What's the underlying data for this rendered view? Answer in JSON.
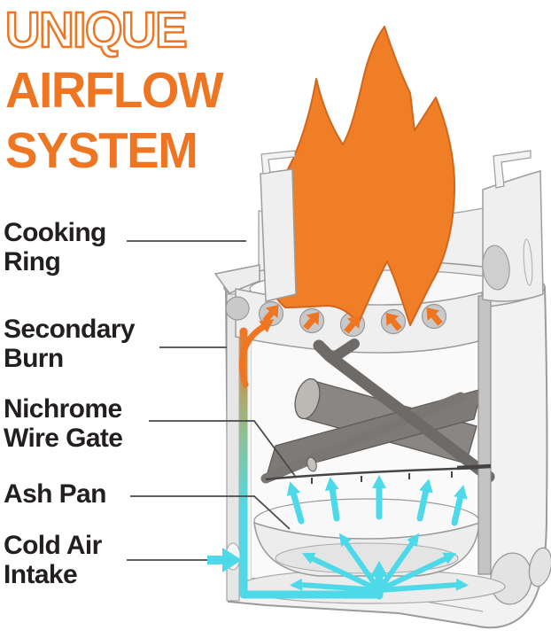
{
  "title": {
    "line1": "UNIQUE",
    "line2": "AIRFLOW",
    "line3": "SYSTEM"
  },
  "labels": {
    "cooking_ring": {
      "line1": "Cooking",
      "line2": "Ring"
    },
    "secondary_burn": {
      "line1": "Secondary",
      "line2": "Burn"
    },
    "nichrome_wire_gate": {
      "line1": "Nichrome",
      "line2": "Wire Gate"
    },
    "ash_pan": {
      "line1": "Ash Pan"
    },
    "cold_air_intake": {
      "line1": "Cold Air",
      "line2": "Intake"
    }
  },
  "colors": {
    "accent_orange": "#EE7623",
    "flame_orange": "#F07E27",
    "flame_outline": "#D2661B",
    "cold_cyan": "#4ED9E9",
    "text_dark": "#231F20",
    "leader_line": "#4A4A4A",
    "hole_gray": "#C9C9C9"
  },
  "diagram": {
    "type": "cutaway stove airflow infographic",
    "parts": [
      "flame",
      "cooking-ring",
      "secondary-burn-holes",
      "secondary-burn-arrows",
      "firewood-logs",
      "nichrome-wire-gate",
      "ash-pan",
      "cold-air-intake-arrow",
      "airflow-channel",
      "base-vents"
    ],
    "secondary_burn_hole_count": 5,
    "hot_airflow_color_meaning": "orange = heated air / secondary burn",
    "cold_airflow_color_meaning": "cyan = cold air intake"
  }
}
